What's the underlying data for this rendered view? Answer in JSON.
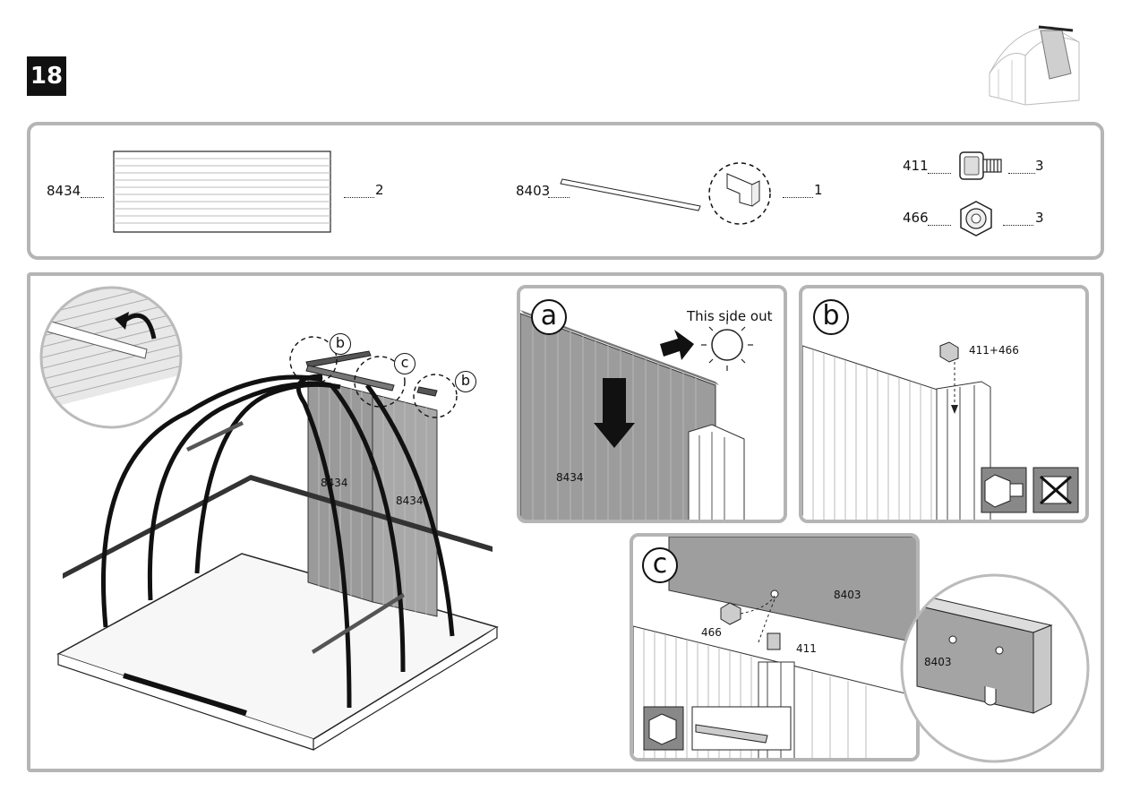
{
  "step": {
    "number": "18"
  },
  "parts": [
    {
      "code": "8434",
      "qty": "2"
    },
    {
      "code": "8403",
      "qty": "1"
    },
    {
      "code": "411",
      "qty": "3"
    },
    {
      "code": "466",
      "qty": "3"
    }
  ],
  "overview": {
    "label_b1": "b",
    "label_c": "c",
    "label_b2": "b",
    "panel_left": "8434",
    "panel_right": "8434"
  },
  "detail_a": {
    "letter": "a",
    "note": "This side out",
    "part": "8434"
  },
  "detail_b": {
    "letter": "b",
    "fastener": "411+466"
  },
  "detail_c": {
    "letter": "c",
    "nut": "466",
    "bolt": "411",
    "bar": "8403",
    "zoom_part": "8403"
  }
}
